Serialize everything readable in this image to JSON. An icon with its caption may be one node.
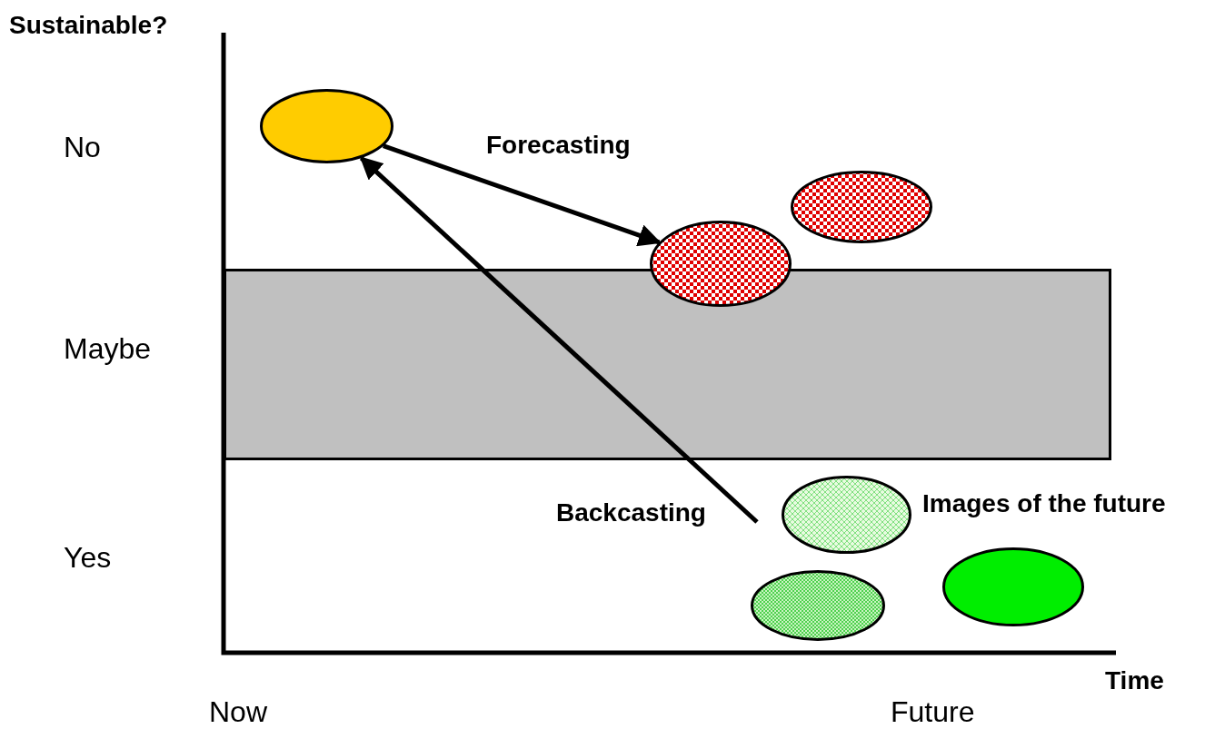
{
  "diagram": {
    "nodes": [
      {
        "text": [],
        "shape": "ellipse"
      },
      {
        "text": [],
        "shape": "ellipse"
      },
      {
        "text": [],
        "shape": "ellipse"
      },
      {
        "text": [],
        "shape": "box"
      },
      {
        "text": [],
        "shape": "ellipse",
        "beside": [
          "Images of the future"
        ]
      },
      {
        "text": [],
        "shape": "ellipse"
      },
      {
        "text": [],
        "shape": "ellipse"
      }
    ],
    "edges": [
      {
        "from": 0,
        "to": 1,
        "arrow": "to",
        "label": "Forecasting"
      },
      {
        "from": null,
        "to": 0,
        "arrow": "to",
        "label": "Backcasting"
      }
    ],
    "labels": [
      "Sustainable?",
      "No",
      "Maybe",
      "Yes",
      "Time",
      "Now",
      "Future"
    ]
  }
}
